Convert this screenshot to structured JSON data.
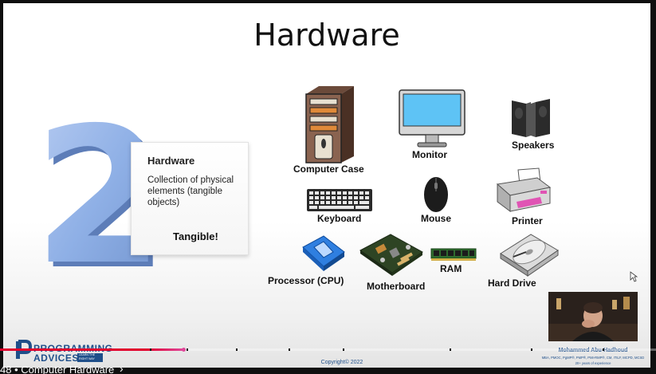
{
  "slide": {
    "title": "Hardware",
    "number": "2",
    "card": {
      "title": "Hardware",
      "description": "Collection of physical elements (tangible objects)",
      "note": "Tangible!"
    },
    "items": {
      "computer_case": "Computer Case",
      "monitor": "Monitor",
      "speakers": "Speakers",
      "keyboard": "Keyboard",
      "mouse": "Mouse",
      "printer": "Printer",
      "processor": "Processor (CPU)",
      "motherboard": "Motherboard",
      "ram": "RAM",
      "hard_drive": "Hard Drive"
    },
    "copyright": "Copyright© 2022",
    "presenter": {
      "name": "Mohammed Abu-Hadhoud",
      "credentials": "MBA, PMOC, PgMP®, PMP®, PMI-RMP®, CM, ITILF, MCPD, MCSD",
      "experience": "20+ years of experience"
    },
    "logo": {
      "line1": "PROGRAMMING",
      "line2": "ADVICES",
      "tagline": "LEARN THE RIGHT WAY"
    }
  },
  "player": {
    "progress": 0.28,
    "chapter_label": "48  •  Computer Hardware"
  },
  "colors": {
    "accent_red": "#e1002d",
    "brand_blue": "#1f4f8a",
    "number_blue": "#8fb0e6"
  }
}
